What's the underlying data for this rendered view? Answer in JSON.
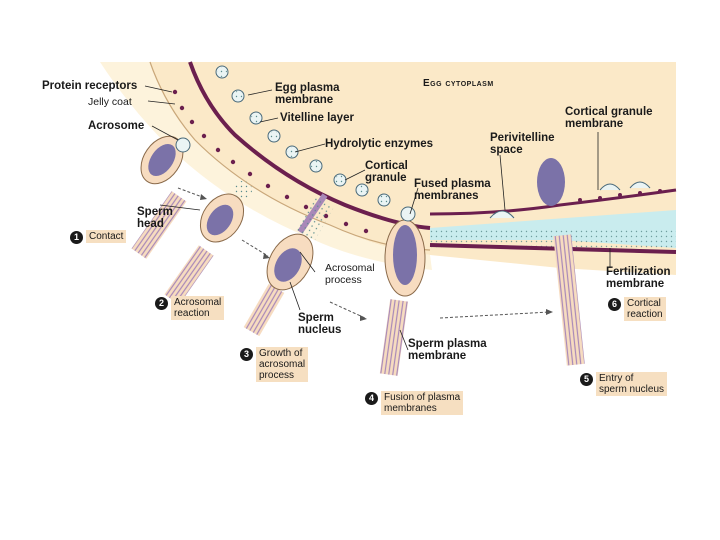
{
  "labels": {
    "protein_receptors": "Protein receptors",
    "jelly_coat": "Jelly coat",
    "acrosome": "Acrosome",
    "egg_plasma_membrane": "Egg plasma\nmembrane",
    "egg_cytoplasm": "Egg cytoplasm",
    "vitelline_layer": "Vitelline layer",
    "hydrolytic_enzymes": "Hydrolytic enzymes",
    "cortical_granule": "Cortical\ngranule",
    "cortical_granule_membrane": "Cortical granule\nmembrane",
    "perivitelline_space": "Perivitelline\nspace",
    "fused_plasma_membranes": "Fused plasma\nmembranes",
    "sperm_head": "Sperm\nhead",
    "acrosomal_process": "Acrosomal\nprocess",
    "sperm_nucleus": "Sperm\nnucleus",
    "sperm_plasma_membrane": "Sperm plasma\nmembrane",
    "fertilization_membrane": "Fertilization\nmembrane"
  },
  "steps": [
    {
      "number": "1",
      "label": "Contact"
    },
    {
      "number": "2",
      "label": "Acrosomal\nreaction"
    },
    {
      "number": "3",
      "label": "Growth of\nacrosomal\nprocess"
    },
    {
      "number": "4",
      "label": "Fusion of plasma\nmembranes"
    },
    {
      "number": "5",
      "label": "Entry of\nsperm nucleus"
    },
    {
      "number": "6",
      "label": "Cortical\nreaction"
    }
  ],
  "colors": {
    "cytoplasm": "#fbe9c8",
    "jelly": "#fdf3dc",
    "membrane": "#6b1f4e",
    "sperm_head": "#7b72a8",
    "label_box": "#f6dfc1",
    "perivitelline": "#c9ecee"
  }
}
